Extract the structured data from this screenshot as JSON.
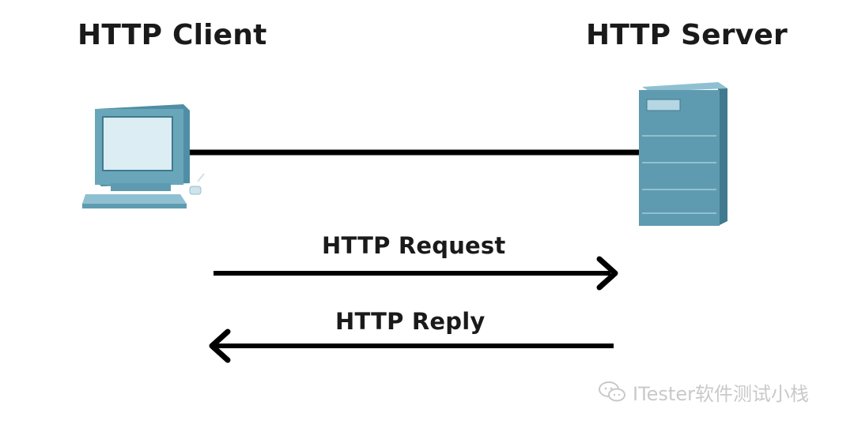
{
  "client": {
    "title": "HTTP Client"
  },
  "server": {
    "title": "HTTP Server"
  },
  "messages": {
    "request": "HTTP Request",
    "reply": "HTTP Reply"
  },
  "watermark": {
    "text": "ITester软件测试小栈",
    "icon": "chat-bubbles-icon"
  },
  "colors": {
    "device_body": "#5f9bb0",
    "device_light": "#8fc0d2",
    "device_dark": "#3f7a8e",
    "screen": "#dcedf3",
    "line": "#000000",
    "text": "#1a1a1a",
    "watermark": "#c9c9c9"
  }
}
